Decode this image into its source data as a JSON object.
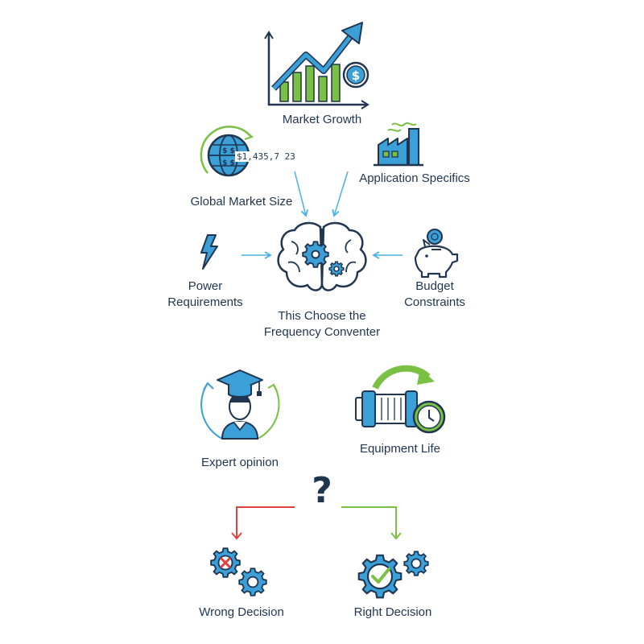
{
  "colors": {
    "navy": "#1f3550",
    "blue": "#3b9fd8",
    "green": "#7ac143",
    "red": "#e0403e",
    "arrow_blue": "#4ab0e4"
  },
  "nodes": {
    "market_growth": {
      "label": "Market Growth",
      "icon": "growth-chart-icon"
    },
    "global_market_size": {
      "label": "Global Market Size",
      "icon": "globe-dollar-icon",
      "figure": "$1,435,7 23"
    },
    "application_specifics": {
      "label": "Application Specifics",
      "icon": "factory-icon"
    },
    "power_requirements": {
      "label_line1": "Power",
      "label_line2": "Requirements",
      "icon": "lightning-icon"
    },
    "center": {
      "label_line1": "This Choose the",
      "label_line2": "Frequency Conventer",
      "icon": "brain-gears-icon"
    },
    "budget_constraints": {
      "label_line1": "Budget",
      "label_line2": "Constraints",
      "icon": "piggy-bank-icon"
    },
    "expert_opinion": {
      "label": "Expert opinion",
      "icon": "graduate-icon"
    },
    "equipment_life": {
      "label": "Equipment Life",
      "icon": "motor-clock-icon"
    },
    "question": {
      "symbol": "?",
      "icon": "question-mark-icon"
    },
    "wrong_decision": {
      "label": "Wrong Decision",
      "icon": "gear-cross-icon"
    },
    "right_decision": {
      "label": "Right Decision",
      "icon": "gear-check-icon"
    }
  }
}
